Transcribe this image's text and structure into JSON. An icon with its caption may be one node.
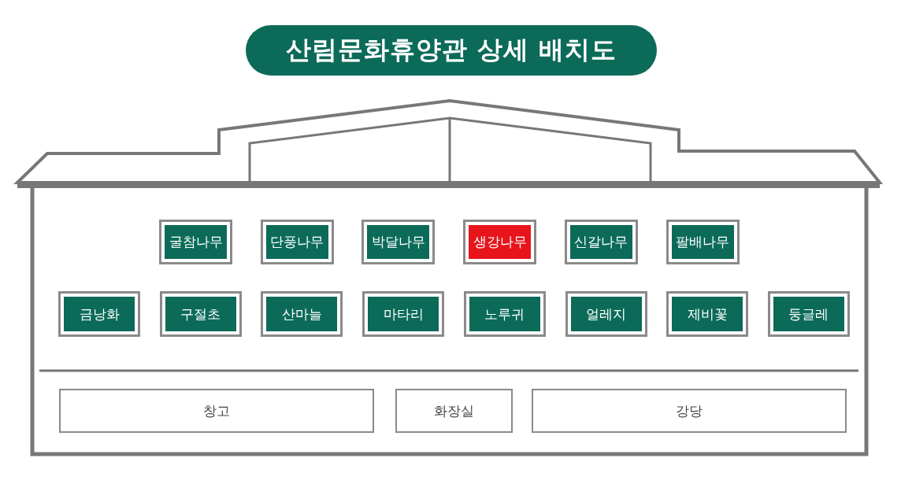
{
  "diagram": {
    "title": "산림문화휴양관 상세 배치도",
    "nodes": [
      {
        "text": [
          "굴참나무"
        ]
      },
      {
        "text": [
          "단풍나무"
        ]
      },
      {
        "text": [
          "박달나무"
        ]
      },
      {
        "text": [
          "생강나무"
        ]
      },
      {
        "text": [
          "신갈나무"
        ]
      },
      {
        "text": [
          "팔배나무"
        ]
      },
      {
        "text": [
          "금낭화"
        ]
      },
      {
        "text": [
          "구절초"
        ]
      },
      {
        "text": [
          "산마늘"
        ]
      },
      {
        "text": [
          "마타리"
        ]
      },
      {
        "text": [
          "노루귀"
        ]
      },
      {
        "text": [
          "얼레지"
        ]
      },
      {
        "text": [
          "제비꽃"
        ]
      },
      {
        "text": [
          "둥글레"
        ]
      },
      {
        "text": [
          "창고"
        ]
      },
      {
        "text": [
          "화장실"
        ]
      },
      {
        "text": [
          "강당"
        ]
      }
    ]
  }
}
